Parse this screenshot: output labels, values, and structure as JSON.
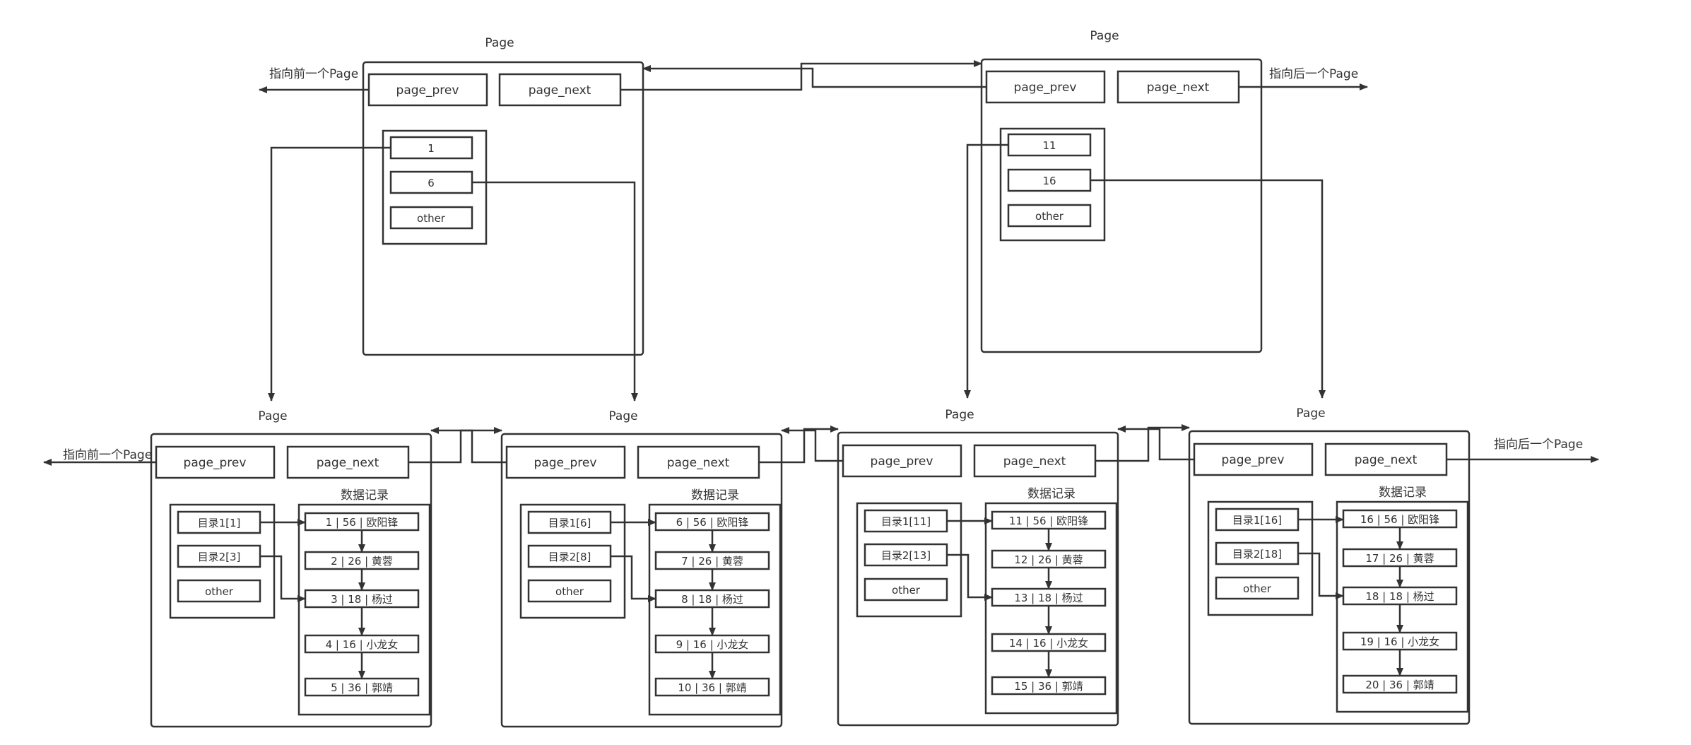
{
  "top_pages": [
    {
      "title": "Page",
      "prev_label": "page_prev",
      "next_label": "page_next",
      "side_label": "指向前一个Page",
      "index_items": [
        "1",
        "6",
        "other"
      ]
    },
    {
      "title": "Page",
      "prev_label": "page_prev",
      "next_label": "page_next",
      "side_label": "指向后一个Page",
      "index_items": [
        "11",
        "16",
        "other"
      ]
    }
  ],
  "leaf_pages": [
    {
      "title": "Page",
      "prev_label": "page_prev",
      "next_label": "page_next",
      "records_title": "数据记录",
      "directory": [
        "目录1[1]",
        "目录2[3]",
        "other"
      ],
      "records": [
        "1 | 56 | 欧阳锋",
        "2 | 26 | 黄蓉",
        "3 | 18 | 杨过",
        "4 | 16 | 小龙女",
        "5 | 36 | 郭靖"
      ]
    },
    {
      "title": "Page",
      "prev_label": "page_prev",
      "next_label": "page_next",
      "records_title": "数据记录",
      "directory": [
        "目录1[6]",
        "目录2[8]",
        "other"
      ],
      "records": [
        "6 | 56 | 欧阳锋",
        "7 | 26 | 黄蓉",
        "8 | 18 | 杨过",
        "9 | 16 | 小龙女",
        "10 | 36 | 郭靖"
      ]
    },
    {
      "title": "Page",
      "prev_label": "page_prev",
      "next_label": "page_next",
      "records_title": "数据记录",
      "directory": [
        "目录1[11]",
        "目录2[13]",
        "other"
      ],
      "records": [
        "11 | 56 | 欧阳锋",
        "12 | 26 | 黄蓉",
        "13 | 18 | 杨过",
        "14 | 16 | 小龙女",
        "15 | 36 | 郭靖"
      ]
    },
    {
      "title": "Page",
      "prev_label": "page_prev",
      "next_label": "page_next",
      "records_title": "数据记录",
      "directory": [
        "目录1[16]",
        "目录2[18]",
        "other"
      ],
      "records": [
        "16 | 56 | 欧阳锋",
        "17 | 26 | 黄蓉",
        "18 | 18 | 杨过",
        "19 | 16 | 小龙女",
        "20 | 36 | 郭靖"
      ]
    }
  ],
  "leaf_side_labels": {
    "left": "指向前一个Page",
    "right": "指向后一个Page"
  }
}
